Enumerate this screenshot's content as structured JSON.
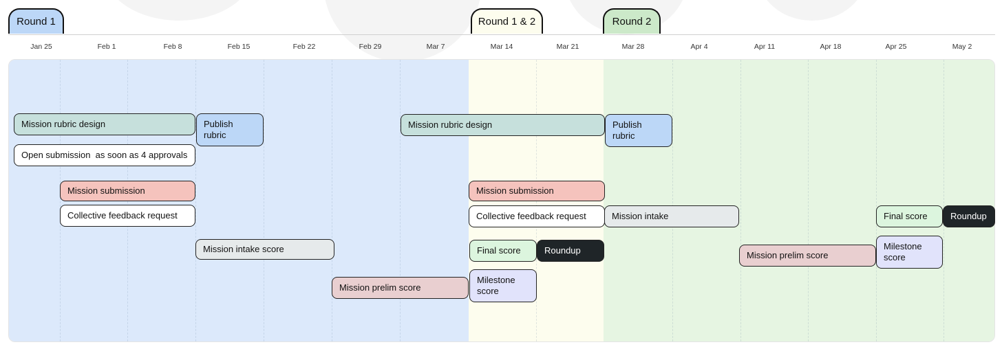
{
  "colors": {
    "round1_bg": "#dce9fb",
    "round12_bg": "#fdfdee",
    "round2_bg": "#e6f5e2",
    "teal": "#c6e0dc",
    "blue": "#bcd7f7",
    "white": "#ffffff",
    "pink": "#f5c3bd",
    "gray": "#e6eaeb",
    "mauve": "#e9cfd0",
    "lavender": "#e1e3fb",
    "mint": "#dcf5de",
    "dark": "#1f2528"
  },
  "phases": [
    {
      "label": "Round 1",
      "color": "#bcd7f7"
    },
    {
      "label": "Round 1 & 2",
      "color": "#fdfdee"
    },
    {
      "label": "Round 2",
      "color": "#cce9c9"
    }
  ],
  "dates": [
    "Jan 25",
    "Feb 1",
    "Feb 8",
    "Feb 15",
    "Feb 22",
    "Feb 29",
    "Mar 7",
    "Mar 14",
    "Mar 21",
    "Mar 28",
    "Apr 4",
    "Apr 11",
    "Apr 18",
    "Apr 25",
    "May 2"
  ],
  "tasks": [
    {
      "label": "Mission rubric design",
      "color": "teal"
    },
    {
      "label": "Publish rubric",
      "color": "blue"
    },
    {
      "label": "Open submission  as soon as 4 approvals",
      "color": "white"
    },
    {
      "label": "Mission submission",
      "color": "pink"
    },
    {
      "label": "Collective feedback request",
      "color": "white"
    },
    {
      "label": "Mission intake score",
      "color": "gray"
    },
    {
      "label": "Mission prelim score",
      "color": "mauve"
    },
    {
      "label": "Mission rubric design",
      "color": "teal"
    },
    {
      "label": "Publish rubric",
      "color": "blue"
    },
    {
      "label": "Mission submission",
      "color": "pink"
    },
    {
      "label": "Collective feedback request",
      "color": "white"
    },
    {
      "label": "Final score",
      "color": "mint"
    },
    {
      "label": "Roundup",
      "color": "dark"
    },
    {
      "label": "Milestone score",
      "color": "lavender"
    },
    {
      "label": "Mission intake",
      "color": "gray"
    },
    {
      "label": "Mission prelim score",
      "color": "mauve"
    },
    {
      "label": "Final score",
      "color": "mint"
    },
    {
      "label": "Roundup",
      "color": "dark"
    },
    {
      "label": "Milestone score",
      "color": "lavender"
    }
  ]
}
